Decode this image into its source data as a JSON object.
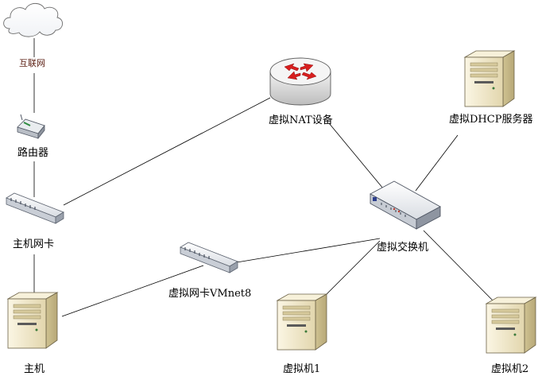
{
  "nodes": {
    "internet": {
      "label": "互联网",
      "icon": "cloud-icon"
    },
    "router": {
      "label": "路由器",
      "icon": "router-icon"
    },
    "host_nic": {
      "label": "主机网卡",
      "icon": "network-switch-icon"
    },
    "host": {
      "label": "主机",
      "icon": "server-tower-icon"
    },
    "virtual_nic": {
      "label": "虚拟网卡VMnet8",
      "icon": "network-switch-icon"
    },
    "nat_device": {
      "label": "虚拟NAT设备",
      "icon": "nat-router-icon"
    },
    "dhcp_server": {
      "label": "虚拟DHCP服务器",
      "icon": "server-tower-icon"
    },
    "virtual_switch": {
      "label": "虚拟交换机",
      "icon": "switch-icon"
    },
    "vm1": {
      "label": "虚拟机1",
      "icon": "server-tower-icon"
    },
    "vm2": {
      "label": "虚拟机2",
      "icon": "server-tower-icon"
    }
  },
  "colors": {
    "line": "#000000",
    "server_body": "#efe6c7",
    "router_red": "#d81e1e",
    "internet_label": "#5a1c10"
  }
}
